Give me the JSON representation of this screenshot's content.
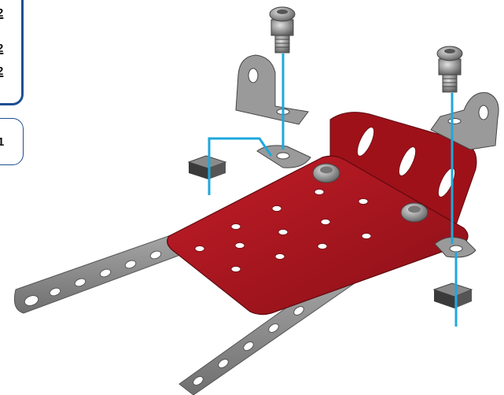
{
  "parts_panel": {
    "quantities": [
      "2",
      "2",
      "2"
    ]
  },
  "step_panel": {
    "label": "1"
  },
  "colors": {
    "plate": "#a3141d",
    "plate_dark": "#7c0d14",
    "strip": "#8e8e8e",
    "strip_dark": "#5a5a5a",
    "guide_line": "#1fa8dc",
    "panel_border": "#1f4e93"
  }
}
